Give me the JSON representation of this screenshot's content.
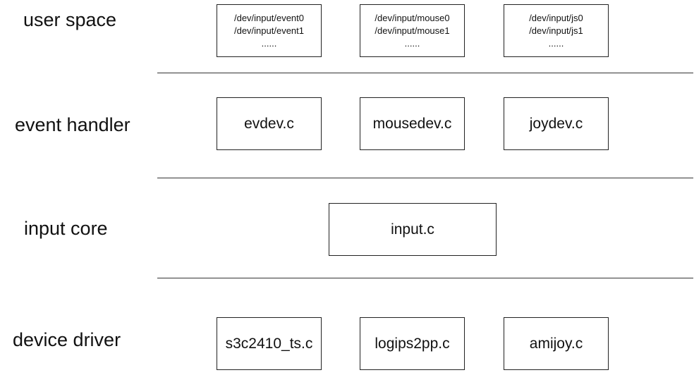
{
  "layers": {
    "user_space": "user space",
    "event_handler": "event handler",
    "input_core": "input core",
    "device_driver": "device driver"
  },
  "user_space_boxes": [
    {
      "line1": "/dev/input/event0",
      "line2": "/dev/input/event1",
      "line3": "......"
    },
    {
      "line1": "/dev/input/mouse0",
      "line2": "/dev/input/mouse1",
      "line3": "......"
    },
    {
      "line1": "/dev/input/js0",
      "line2": "/dev/input/js1",
      "line3": "......"
    }
  ],
  "event_handler_boxes": [
    "evdev.c",
    "mousedev.c",
    "joydev.c"
  ],
  "input_core_box": "input.c",
  "device_driver_boxes": [
    "s3c2410_ts.c",
    "logips2pp.c",
    "amijoy.c"
  ]
}
